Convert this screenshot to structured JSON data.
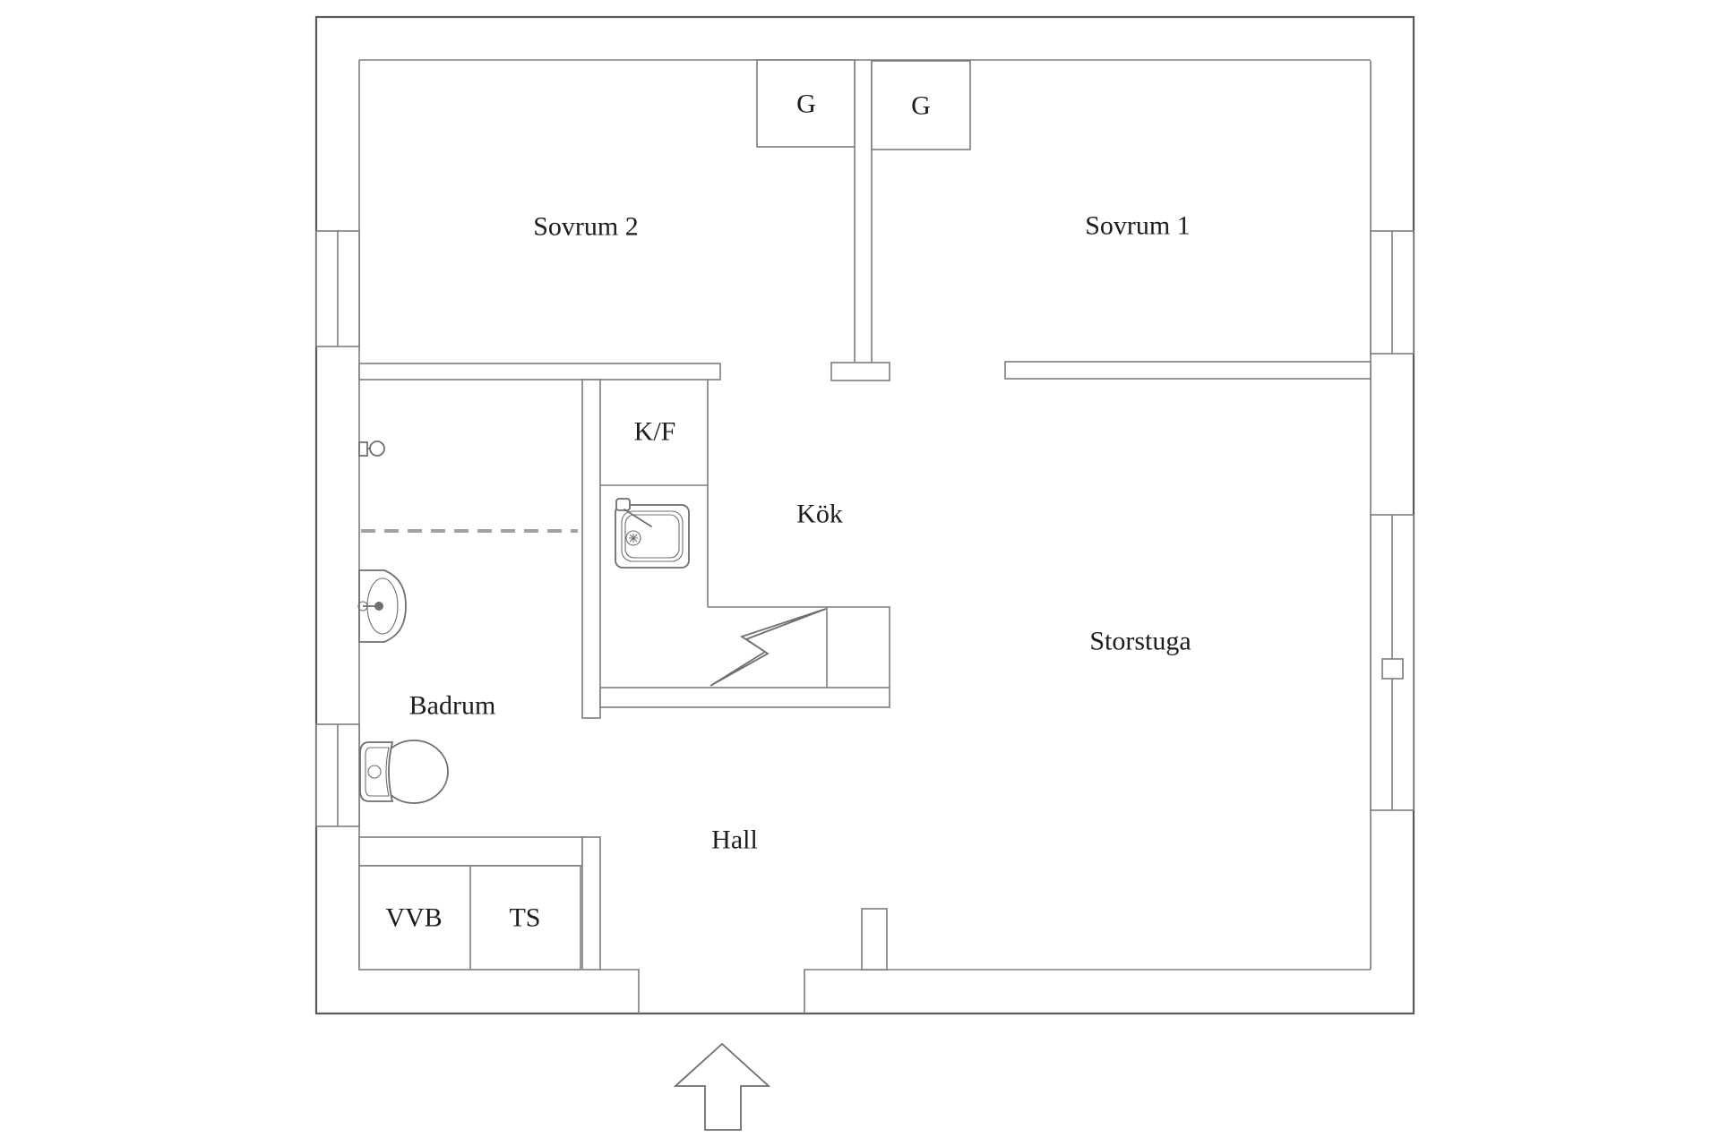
{
  "colors": {
    "outer_wall": "#5a5a5a",
    "inner_wall": "#7c7c7c",
    "fixture_line": "#6f6f6f",
    "label_text": "#1c1c1c",
    "partition_dash": "#a3a3a3",
    "background": "#ffffff"
  },
  "rooms": {
    "sovrum2": {
      "label": "Sovrum 2"
    },
    "sovrum1": {
      "label": "Sovrum 1"
    },
    "kok": {
      "label": "Kök"
    },
    "storstuga": {
      "label": "Storstuga"
    },
    "badrum": {
      "label": "Badrum"
    },
    "hall": {
      "label": "Hall"
    }
  },
  "closets": {
    "g_left": {
      "label": "G"
    },
    "g_right": {
      "label": "G"
    },
    "kf": {
      "label": "K/F"
    },
    "vvb": {
      "label": "VVB"
    },
    "ts": {
      "label": "TS"
    }
  },
  "icons": {
    "entrance_arrow": "entrance-arrow-up",
    "stove": "lightning-bolt-stove",
    "toilet": "toilet-top-view",
    "bathroom_sink": "washbasin-top-view",
    "kitchen_sink": "kitchen-sink-top-view",
    "shower_mixer": "shower-mixer-valve",
    "window_handle": "window-handle-square"
  }
}
